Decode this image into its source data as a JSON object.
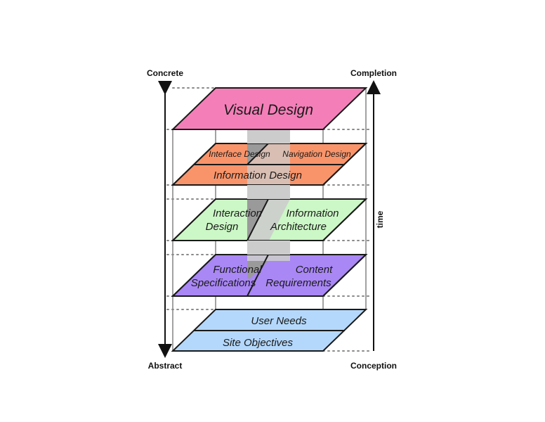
{
  "axis_labels": {
    "concrete": "Concrete",
    "abstract": "Abstract",
    "completion": "Completion",
    "conception": "Conception",
    "time": "time"
  },
  "planes": {
    "visual_design": "Visual Design",
    "interface_design": "Interface Design",
    "navigation_design": "Navigation Design",
    "information_design": "Information Design",
    "interaction_design_1": "Interaction",
    "interaction_design_2": "Design",
    "information_architecture_1": "Information",
    "information_architecture_2": "Architecture",
    "functional_specs_1": "Functional",
    "functional_specs_2": "Specifications",
    "content_requirements_1": "Content",
    "content_requirements_2": "Requirements",
    "user_needs": "User Needs",
    "site_objectives": "Site Objectives"
  },
  "colors": {
    "visual": "#f47fb8",
    "information": "#f9946a",
    "interaction": "#ccf7c6",
    "functional": "#a987f5",
    "user": "#b4d8fb",
    "divider": "#999999",
    "highlight_light": "#cccccc",
    "highlight_dark": "#9a9a9a"
  }
}
